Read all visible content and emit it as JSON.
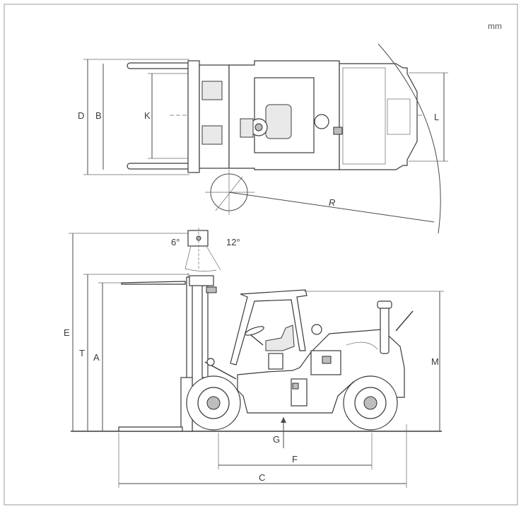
{
  "unit_label": "mm",
  "top_view_labels": {
    "D": "D",
    "B": "B",
    "K": "K",
    "L": "L",
    "R": "R"
  },
  "side_view_labels": {
    "E": "E",
    "T": "T",
    "A": "A",
    "M": "M",
    "G": "G",
    "F": "F",
    "C": "C",
    "tilt_forward": "6°",
    "tilt_back": "12°"
  }
}
